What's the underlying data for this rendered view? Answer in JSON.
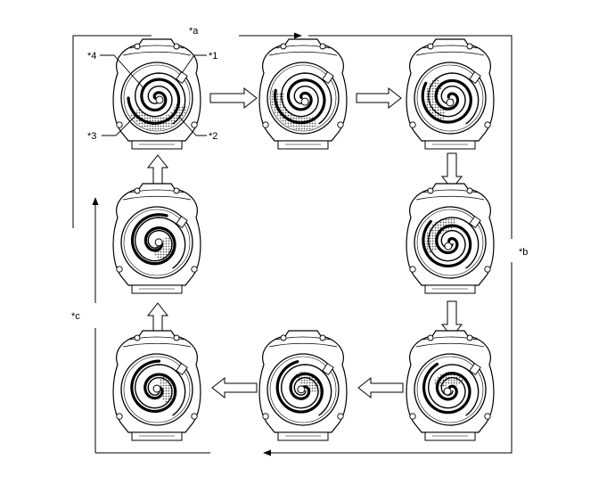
{
  "cycle_labels": {
    "a": "*a",
    "b": "*b",
    "c": "*c"
  },
  "part_callouts": {
    "p1": "*1",
    "p2": "*2",
    "p3": "*3",
    "p4": "*4"
  },
  "stages": [
    {
      "rotation": 0,
      "shading": "outer"
    },
    {
      "rotation": 45,
      "shading": "outer"
    },
    {
      "rotation": 90,
      "shading": "mid"
    },
    {
      "rotation": 135,
      "shading": "mid"
    },
    {
      "rotation": 180,
      "shading": "inner"
    },
    {
      "rotation": 225,
      "shading": "inner"
    },
    {
      "rotation": 270,
      "shading": "inner"
    },
    {
      "rotation": 315,
      "shading": "center"
    }
  ],
  "colors": {
    "line": "#000000",
    "shade": "#9a9a9a",
    "arrow_fill": "#ffffff"
  }
}
